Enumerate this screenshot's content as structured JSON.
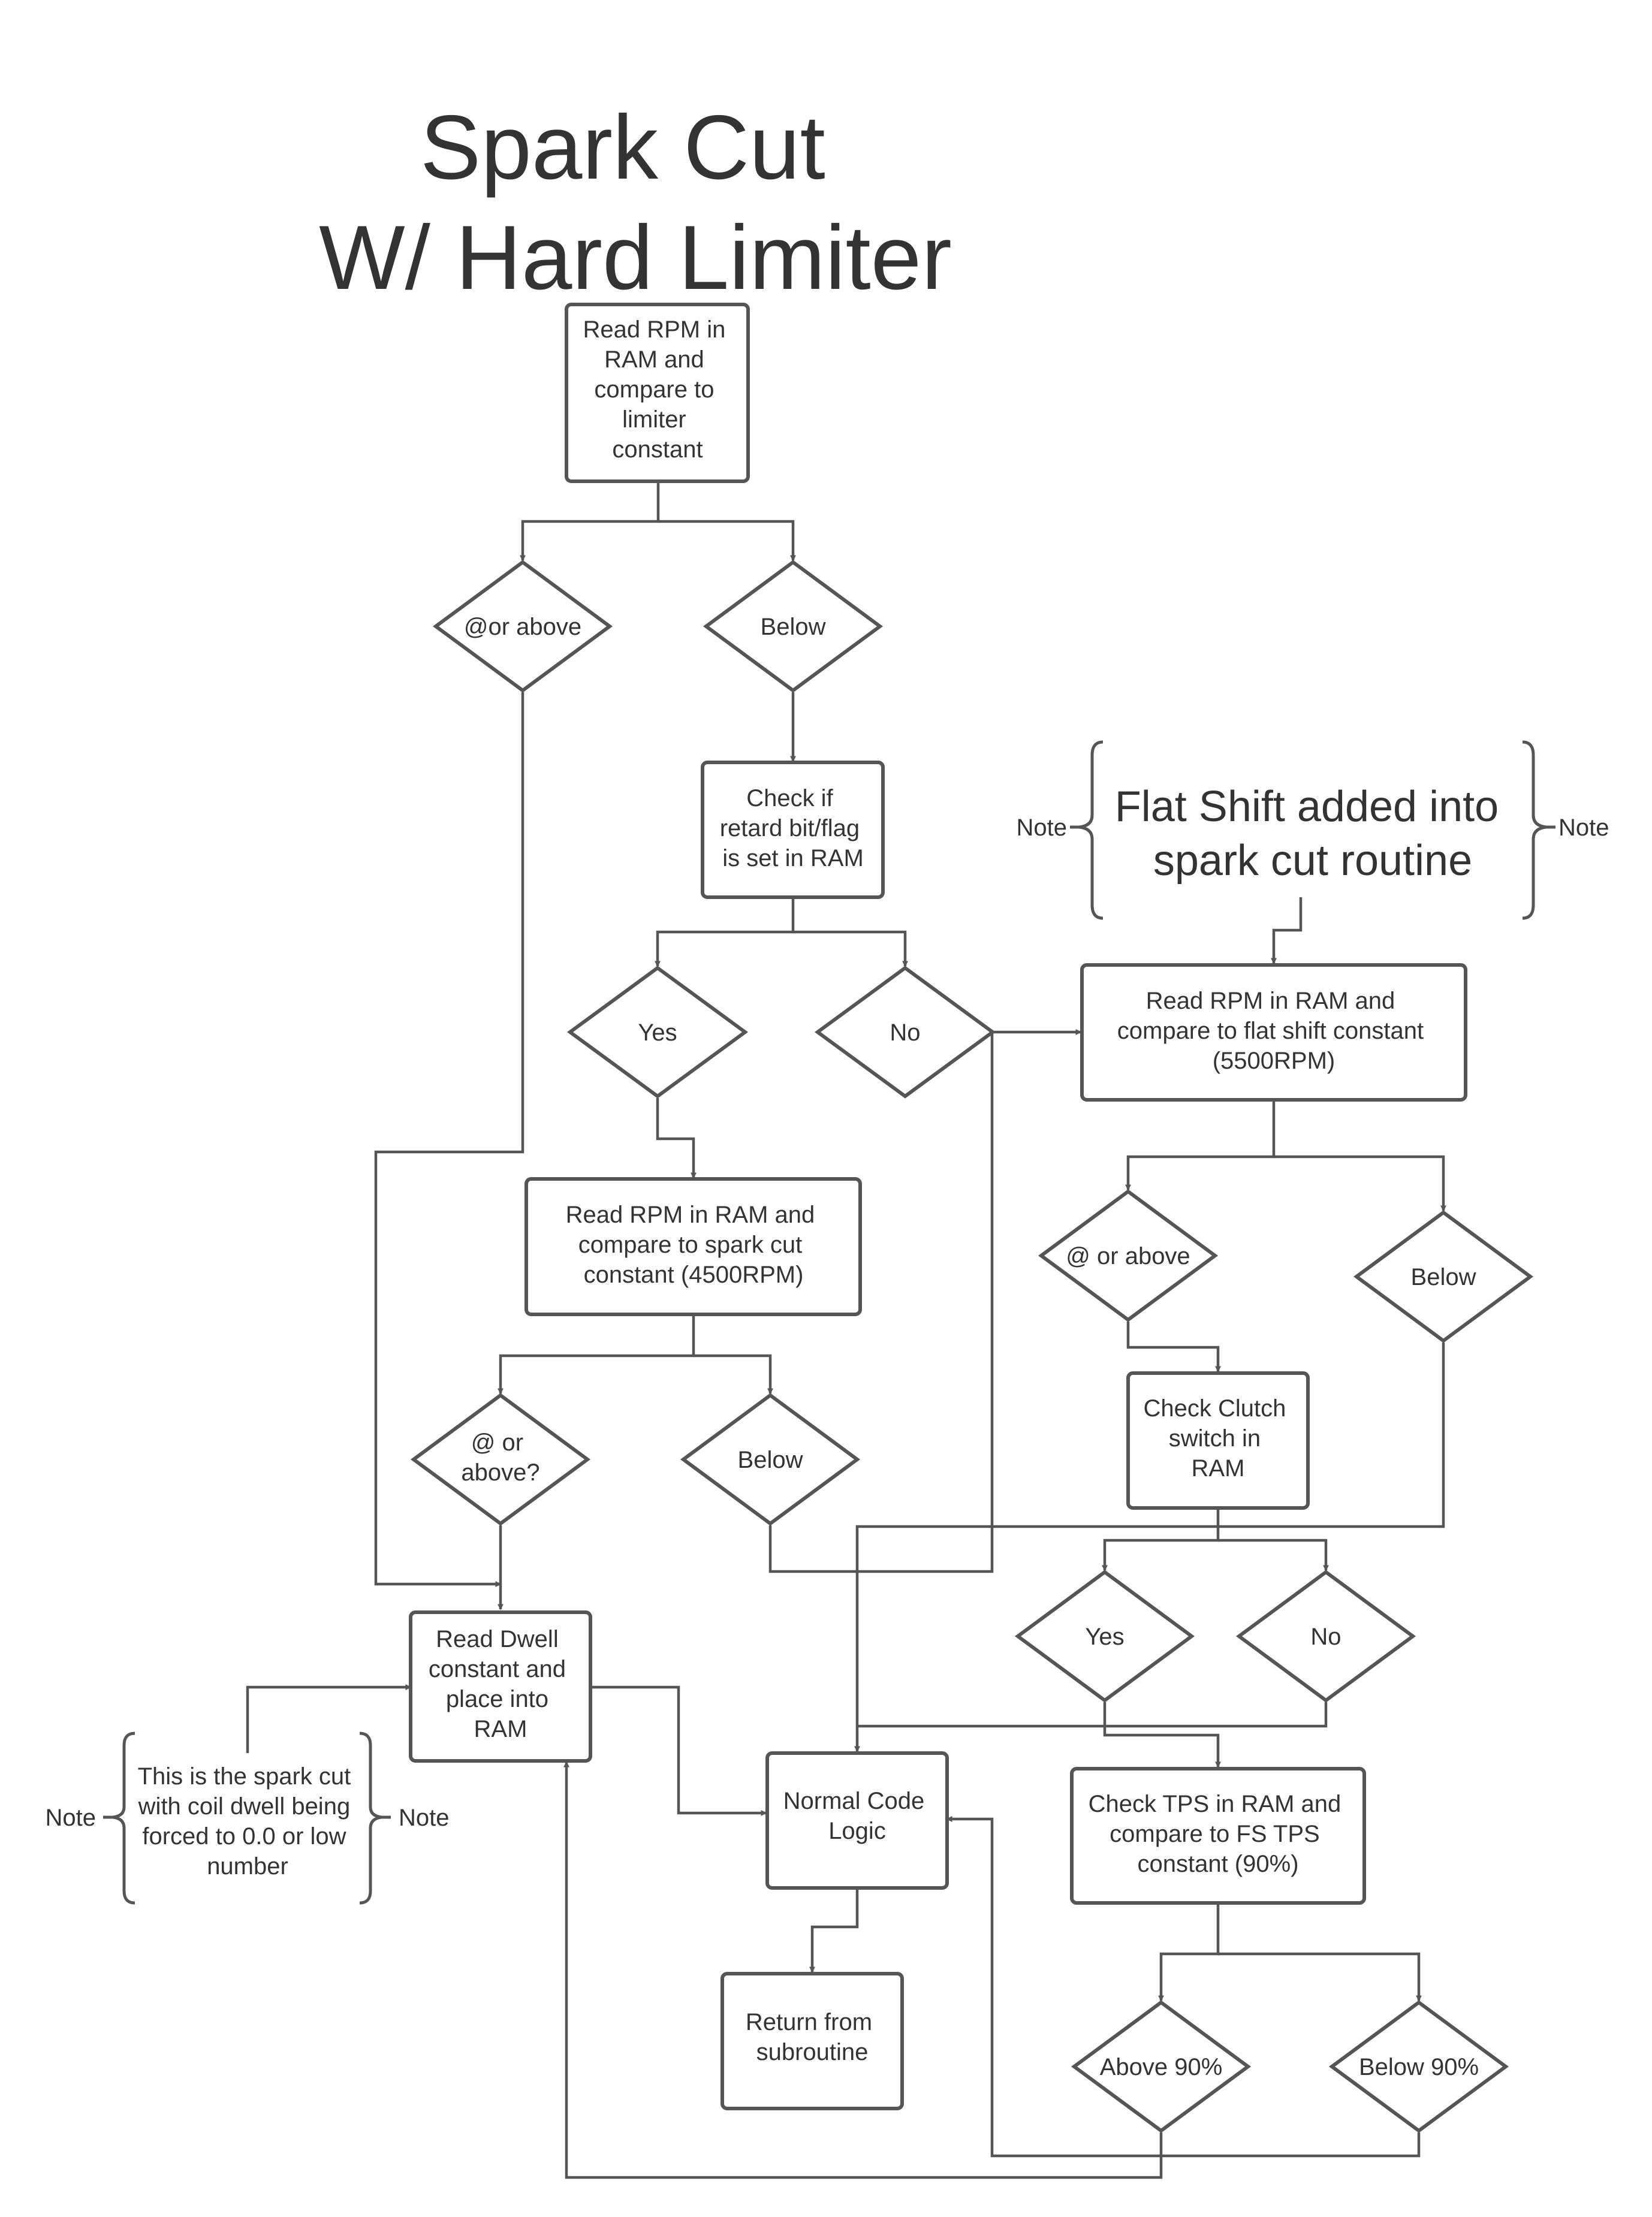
{
  "title": [
    "Spark Cut",
    "W/ Hard Limiter"
  ],
  "nodes": {
    "read_rpm_limiter": [
      "Read RPM in",
      "RAM and",
      "compare to",
      "limiter",
      "constant"
    ],
    "d_at_or_above_1": [
      "@or above"
    ],
    "d_below_1": [
      "Below"
    ],
    "check_retard": [
      "Check if",
      "retard bit/flag",
      "is set in RAM"
    ],
    "d_yes_1": [
      "Yes"
    ],
    "d_no_1": [
      "No"
    ],
    "read_rpm_spark_cut": [
      "Read RPM in RAM and",
      "compare to spark cut",
      "constant (4500RPM)"
    ],
    "d_at_or_above_2": [
      "@ or",
      "above?"
    ],
    "d_below_2": [
      "Below"
    ],
    "read_dwell": [
      "Read Dwell",
      "constant and",
      "place into",
      "RAM"
    ],
    "normal_code": [
      "Normal Code",
      "Logic"
    ],
    "return_sub": [
      "Return from",
      "subroutine"
    ],
    "read_rpm_flat_shift": [
      "Read RPM in RAM and",
      "compare to flat shift constant",
      "(5500RPM)"
    ],
    "d_at_or_above_3": [
      "@ or above"
    ],
    "d_below_3": [
      "Below"
    ],
    "check_clutch": [
      "Check Clutch",
      "switch in",
      "RAM"
    ],
    "d_yes_2": [
      "Yes"
    ],
    "d_no_2": [
      "No"
    ],
    "check_tps": [
      "Check TPS in RAM and",
      "compare to FS TPS",
      "constant (90%)"
    ],
    "d_above_90": [
      "Above 90%"
    ],
    "d_below_90": [
      "Below 90%"
    ]
  },
  "annotations": {
    "flat_shift": {
      "text": [
        "Flat Shift added into",
        "spark cut routine"
      ],
      "left_label": "Note",
      "right_label": "Note"
    },
    "spark_cut_note": {
      "text": [
        "This is the spark cut",
        "with coil dwell being",
        "forced to 0.0 or low",
        "number"
      ],
      "left_label": "Note",
      "right_label": "Note"
    }
  }
}
